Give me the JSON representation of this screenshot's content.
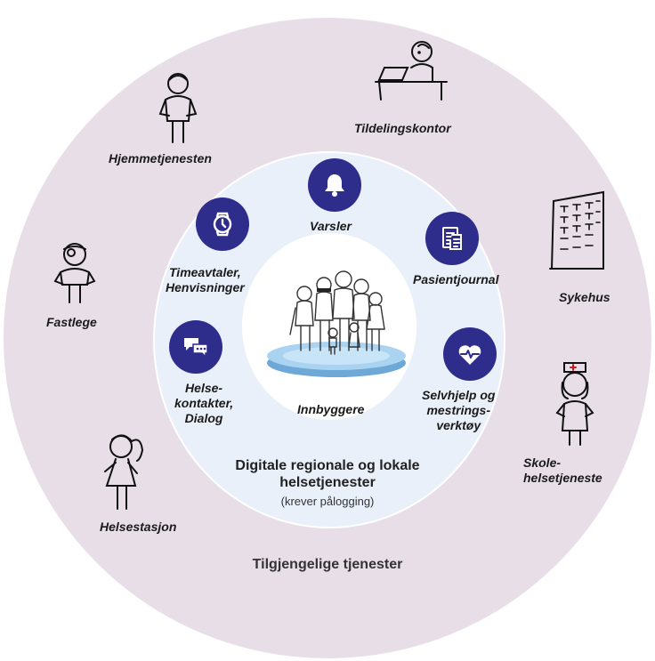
{
  "outer_ring": {
    "title": "Tilgjengelige tjenester",
    "services": [
      {
        "label": "Tildelingskontor"
      },
      {
        "label": "Hjemmetjenesten"
      },
      {
        "label": "Sykehus"
      },
      {
        "label": "Fastlege"
      },
      {
        "label": "Skole-\nhelsetjeneste"
      },
      {
        "label": "Helsestasjon"
      }
    ]
  },
  "middle_ring": {
    "title": "Digitale regionale og lokale helsetjenester",
    "subtitle": "(krever pålogging)",
    "services": [
      {
        "label": "Varsler",
        "icon": "bell-icon"
      },
      {
        "label": "Timeavtaler,\nHenvisninger",
        "icon": "watch-icon"
      },
      {
        "label": "Pasientjournal",
        "icon": "document-icon"
      },
      {
        "label": "Helse-\nkontakter,\nDialog",
        "icon": "chat-bubbles-icon"
      },
      {
        "label": "Selvhjelp og\nmestrings-\nverktøy",
        "icon": "heart-pulse-icon"
      }
    ]
  },
  "center": {
    "label": "Innbyggere",
    "icon": "citizens-group-icon"
  },
  "colors": {
    "outer_ring": "#e8dee8",
    "middle_ring": "#eaf0fa",
    "icon_fill": "#2e2d8c",
    "platform": "#8fc3ea"
  }
}
